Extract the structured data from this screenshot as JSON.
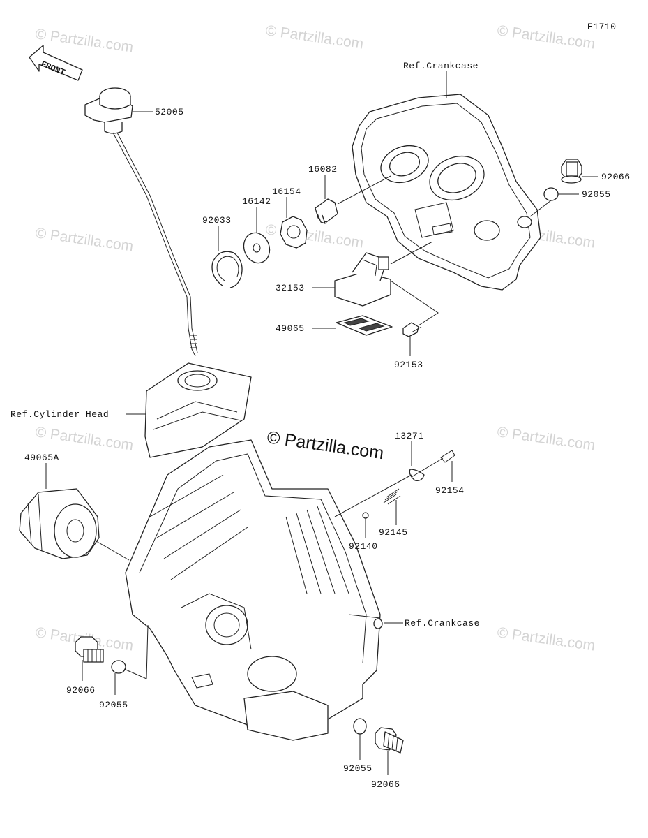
{
  "diagram_code": "E1710",
  "front_label": "FRONT",
  "brand": "© Partzilla.com",
  "watermark": "© Partzilla.com",
  "labels": {
    "p52005": "52005",
    "ref_crankcase_top": "Ref.Crankcase",
    "p92066_right": "92066",
    "p92055_right": "92055",
    "p16082": "16082",
    "p16154": "16154",
    "p16142": "16142",
    "p92033": "92033",
    "p32153": "32153",
    "p49065": "49065",
    "p92153": "92153",
    "ref_cylinder_head": "Ref.Cylinder Head",
    "p49065A": "49065A",
    "p13271": "13271",
    "p92154": "92154",
    "p92145": "92145",
    "p92140": "92140",
    "ref_crankcase_bottom": "Ref.Crankcase",
    "p92066_left": "92066",
    "p92055_left": "92055",
    "p92055_bottom": "92055",
    "p92066_bottom": "92066"
  }
}
